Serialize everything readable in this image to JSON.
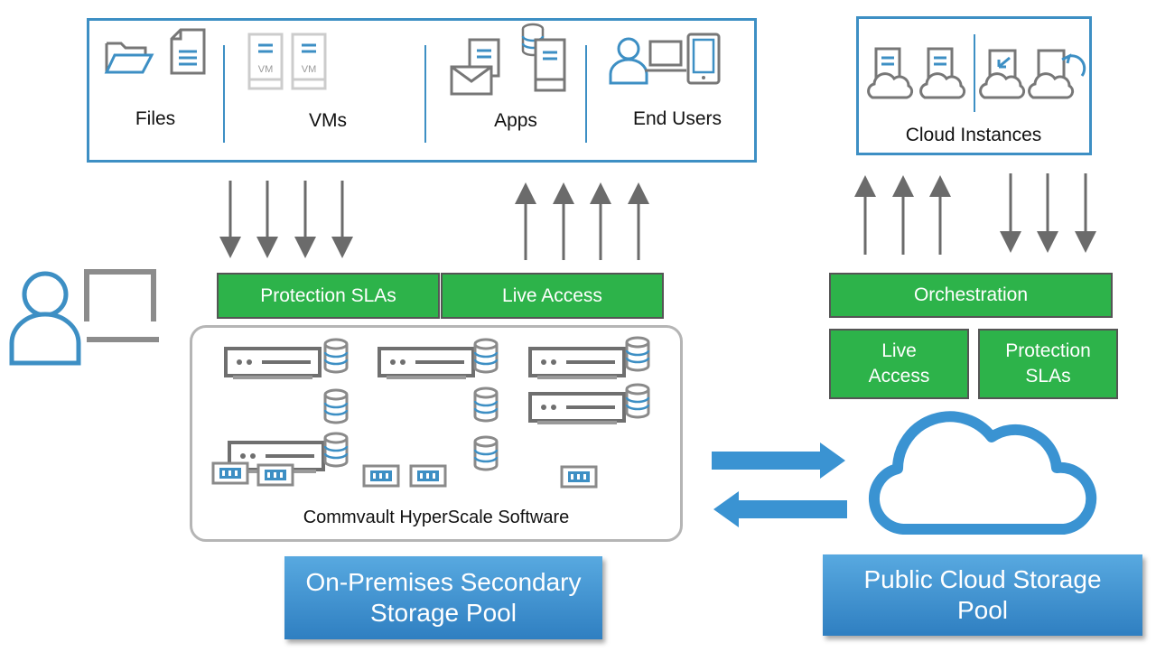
{
  "workloads": {
    "files_label": "Files",
    "vms_label": "VMs",
    "vm_badge": "VM",
    "apps_label": "Apps",
    "end_users_label": "End Users"
  },
  "cloud_instances": {
    "label": "Cloud Instances"
  },
  "on_prem": {
    "protection_slas": "Protection SLAs",
    "live_access": "Live Access",
    "hyperscale_label": "Commvault HyperScale Software",
    "pool_label_line1": "On-Premises Secondary",
    "pool_label_line2": "Storage Pool"
  },
  "cloud": {
    "orchestration": "Orchestration",
    "live_access_line1": "Live",
    "live_access_line2": "Access",
    "protection_line1": "Protection",
    "protection_line2": "SLAs",
    "pool_label_line1": "Public Cloud Storage",
    "pool_label_line2": "Pool"
  },
  "colors": {
    "accent_blue": "#3d8fc4",
    "green": "#2db34a",
    "gray": "#777777",
    "pool_blue": "#3f8fd0"
  }
}
